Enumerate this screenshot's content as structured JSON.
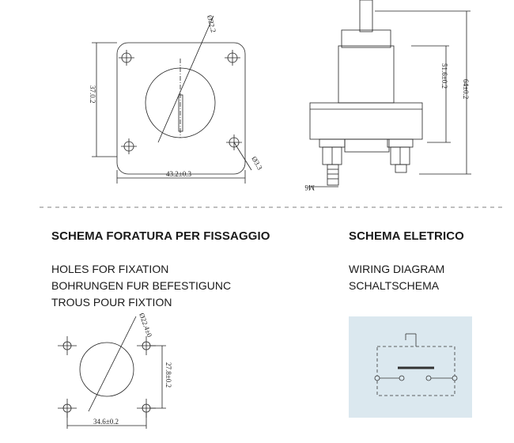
{
  "drawing_top": {
    "flange_hole_dim": "Ø22.2",
    "flange_height": "37.0.2",
    "flange_width": "43.2±0.3",
    "mount_hole_dim": "Ø3.3",
    "body_height": "51.6±0.2",
    "overall_height": "64±0.2",
    "thread": "M6"
  },
  "drilling": {
    "title": "SCHEMA FORATURA PER FISSAGGIO",
    "lines": [
      "HOLES FOR FIXATION",
      "BOHRUNGEN FUR BEFESTIGUNC",
      "TROUS POUR FIXTION"
    ],
    "hole_dim": "Ø22.4±0",
    "height_dim": "27.8±0.2",
    "width_dim": "34.6±0.2"
  },
  "wiring": {
    "title": "SCHEMA ELETRICO",
    "lines": [
      "WIRING DIAGRAM",
      "SCHALTSCHEMA"
    ]
  }
}
